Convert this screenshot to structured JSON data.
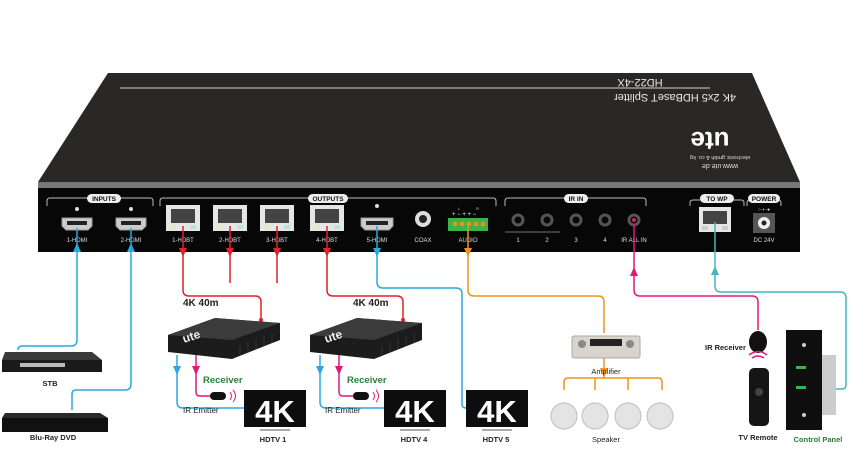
{
  "device": {
    "model": "HD22-4X",
    "description": "4K 2x5 HDBaseT Splitter",
    "brand": "ute",
    "brand_tagline": "electronic gmbh & co. kg",
    "brand_url": "www.ute.de",
    "groups": {
      "inputs": "INPUTS",
      "outputs": "OUTPUTS",
      "ir_in": "IR IN",
      "to_wp": "TO WP",
      "power": "POWER"
    },
    "ports": {
      "hdmi1": "1-HDMI",
      "hdmi2": "2-HDMI",
      "hdbt1": "1-HDBT",
      "hdbt2": "2-HDBT",
      "hdbt3": "3-HDBT",
      "hdbt4": "4-HDBT",
      "hdmi5": "5-HDMI",
      "coax": "COAX",
      "audio": "AUDIO",
      "audio_l": "L",
      "audio_r": "R",
      "ir1": "1",
      "ir2": "2",
      "ir3": "3",
      "ir4": "4",
      "irall": "IR ALL IN",
      "dc": "DC 24V"
    }
  },
  "cables": {
    "length_label_1": "4K 40m",
    "length_label_2": "4K 40m"
  },
  "devices": {
    "stb": "STB",
    "bluray": "Blu-Ray DVD",
    "receiver_1": "Receiver",
    "receiver_2": "Receiver",
    "ir_emitter_1": "IR Emitter",
    "ir_emitter_2": "IR Emitter",
    "tv_badge": "4K",
    "hdtv1": "HDTV 1",
    "hdtv4": "HDTV 4",
    "hdtv5": "HDTV 5",
    "amplifier": "Amplifier",
    "speaker": "Speaker",
    "ir_receiver": "IR Receiver",
    "tv_remote": "TV Remote",
    "control_panel": "Control Panel"
  },
  "colors": {
    "hdmi_cable": "#29a8e0",
    "hdbt_cable": "#e0202a",
    "audio_cable": "#f0901e",
    "ir_cable": "#e0187a",
    "wp_cable": "#3fb8c0",
    "receiver_label": "#2e7d32",
    "control_panel_label": "#2e7d32"
  }
}
